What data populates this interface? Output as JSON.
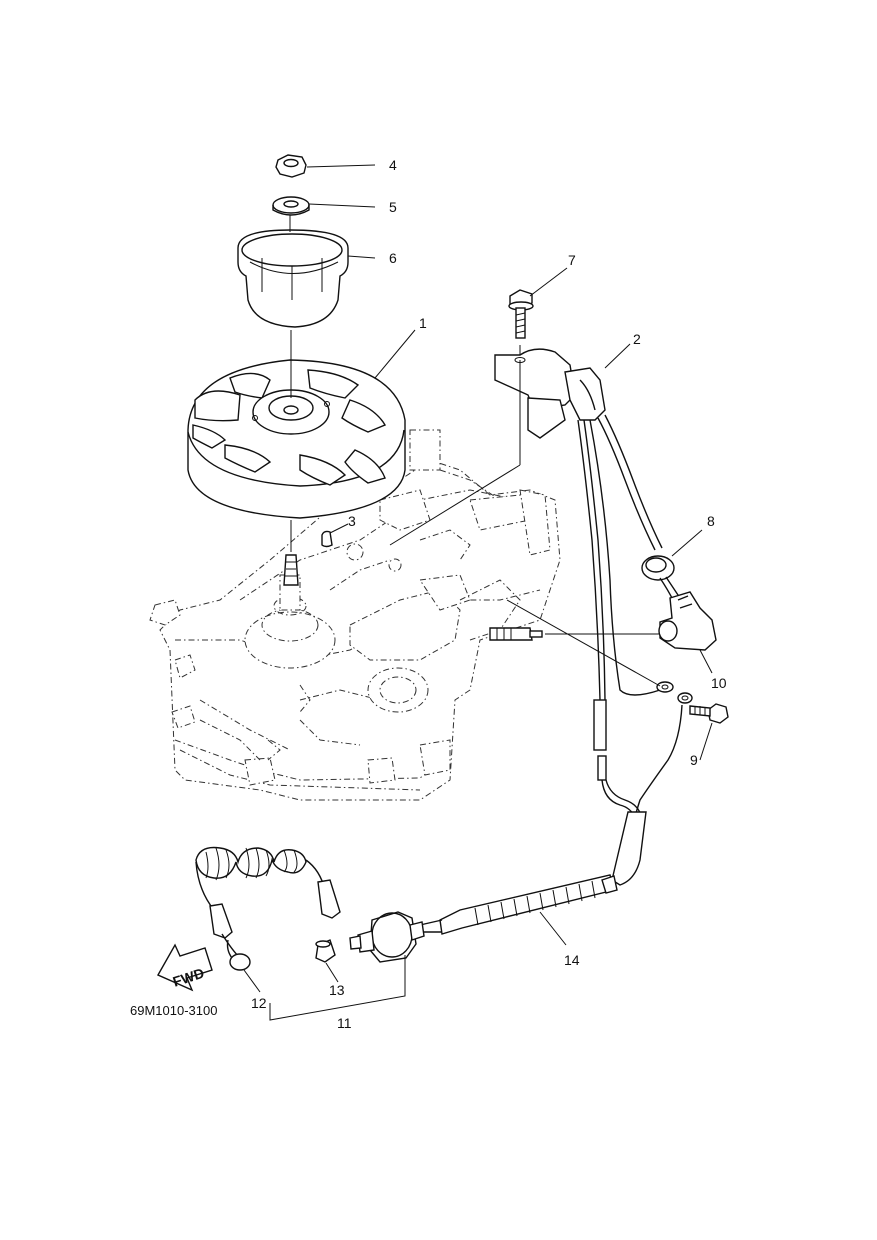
{
  "diagram": {
    "drawing_code": "69M1010-3100",
    "direction_label": "FWD",
    "parts": [
      {
        "id": "flywheel",
        "number": "1"
      },
      {
        "id": "ignition-coil",
        "number": "2"
      },
      {
        "id": "woodruff-key",
        "number": "3"
      },
      {
        "id": "nut",
        "number": "4"
      },
      {
        "id": "washer",
        "number": "5"
      },
      {
        "id": "starter-pulley",
        "number": "6"
      },
      {
        "id": "coil-bolt",
        "number": "7"
      },
      {
        "id": "grommet",
        "number": "8"
      },
      {
        "id": "ground-bolt",
        "number": "9"
      },
      {
        "id": "spark-plug-cap",
        "number": "10"
      },
      {
        "id": "engine-stop-switch-assy",
        "number": "11"
      },
      {
        "id": "lanyard-clip",
        "number": "12"
      },
      {
        "id": "switch-cap",
        "number": "13"
      },
      {
        "id": "stop-switch-lead",
        "number": "14"
      }
    ]
  }
}
